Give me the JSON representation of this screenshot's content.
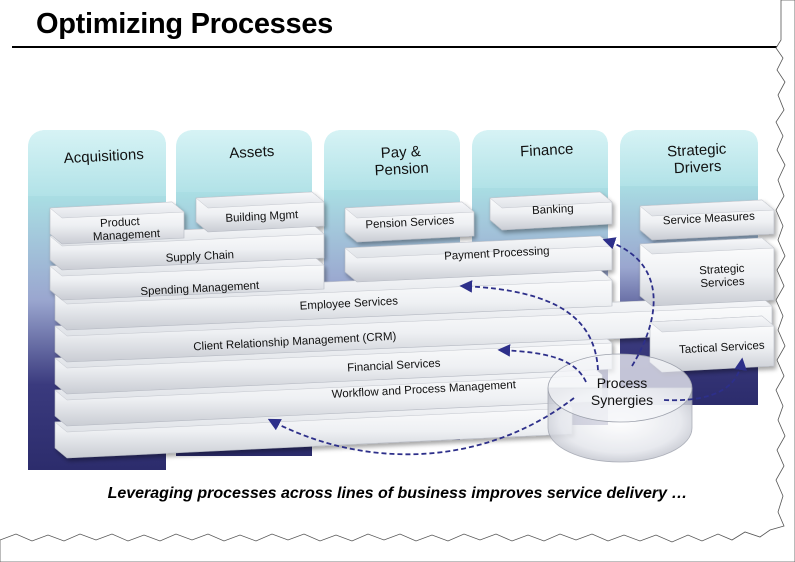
{
  "title": "Optimizing Processes",
  "caption": "Leveraging processes across lines of business improves service delivery …",
  "columns": [
    {
      "id": "acq",
      "label": [
        "Acquisitions"
      ]
    },
    {
      "id": "assets",
      "label": [
        "Assets"
      ]
    },
    {
      "id": "pay",
      "label": [
        "Pay &",
        "Pension"
      ]
    },
    {
      "id": "finance",
      "label": [
        "Finance"
      ]
    },
    {
      "id": "strategic",
      "label": [
        "Strategic",
        "Drivers"
      ]
    }
  ],
  "small_blocks": [
    {
      "id": "product-management",
      "label": [
        "Product",
        "Management"
      ]
    },
    {
      "id": "building-mgmt",
      "label": [
        "Building Mgmt"
      ]
    },
    {
      "id": "pension-services",
      "label": [
        "Pension Services"
      ]
    },
    {
      "id": "banking",
      "label": [
        "Banking"
      ]
    },
    {
      "id": "service-measures",
      "label": [
        "Service Measures"
      ]
    },
    {
      "id": "strategic-services",
      "label": [
        "Strategic",
        "Services"
      ]
    },
    {
      "id": "tactical-services",
      "label": [
        "Tactical Services"
      ]
    }
  ],
  "bars": [
    {
      "id": "supply-chain",
      "label": "Supply Chain"
    },
    {
      "id": "payment-processing",
      "label": "Payment Processing"
    },
    {
      "id": "spending-management",
      "label": "Spending Management"
    },
    {
      "id": "employee-services",
      "label": "Employee Services"
    },
    {
      "id": "crm",
      "label": "Client Relationship Management (CRM)"
    },
    {
      "id": "financial-services",
      "label": "Financial Services"
    },
    {
      "id": "workflow",
      "label": "Workflow and Process Management"
    },
    {
      "id": "base",
      "label": ""
    }
  ],
  "hub": {
    "label": [
      "Process",
      "Synergies"
    ]
  },
  "colors": {
    "column_top": "#c6ecef",
    "column_bottom": "#2f2f74",
    "arrow": "#2d2f8a",
    "bar": "#f2f3f5"
  }
}
